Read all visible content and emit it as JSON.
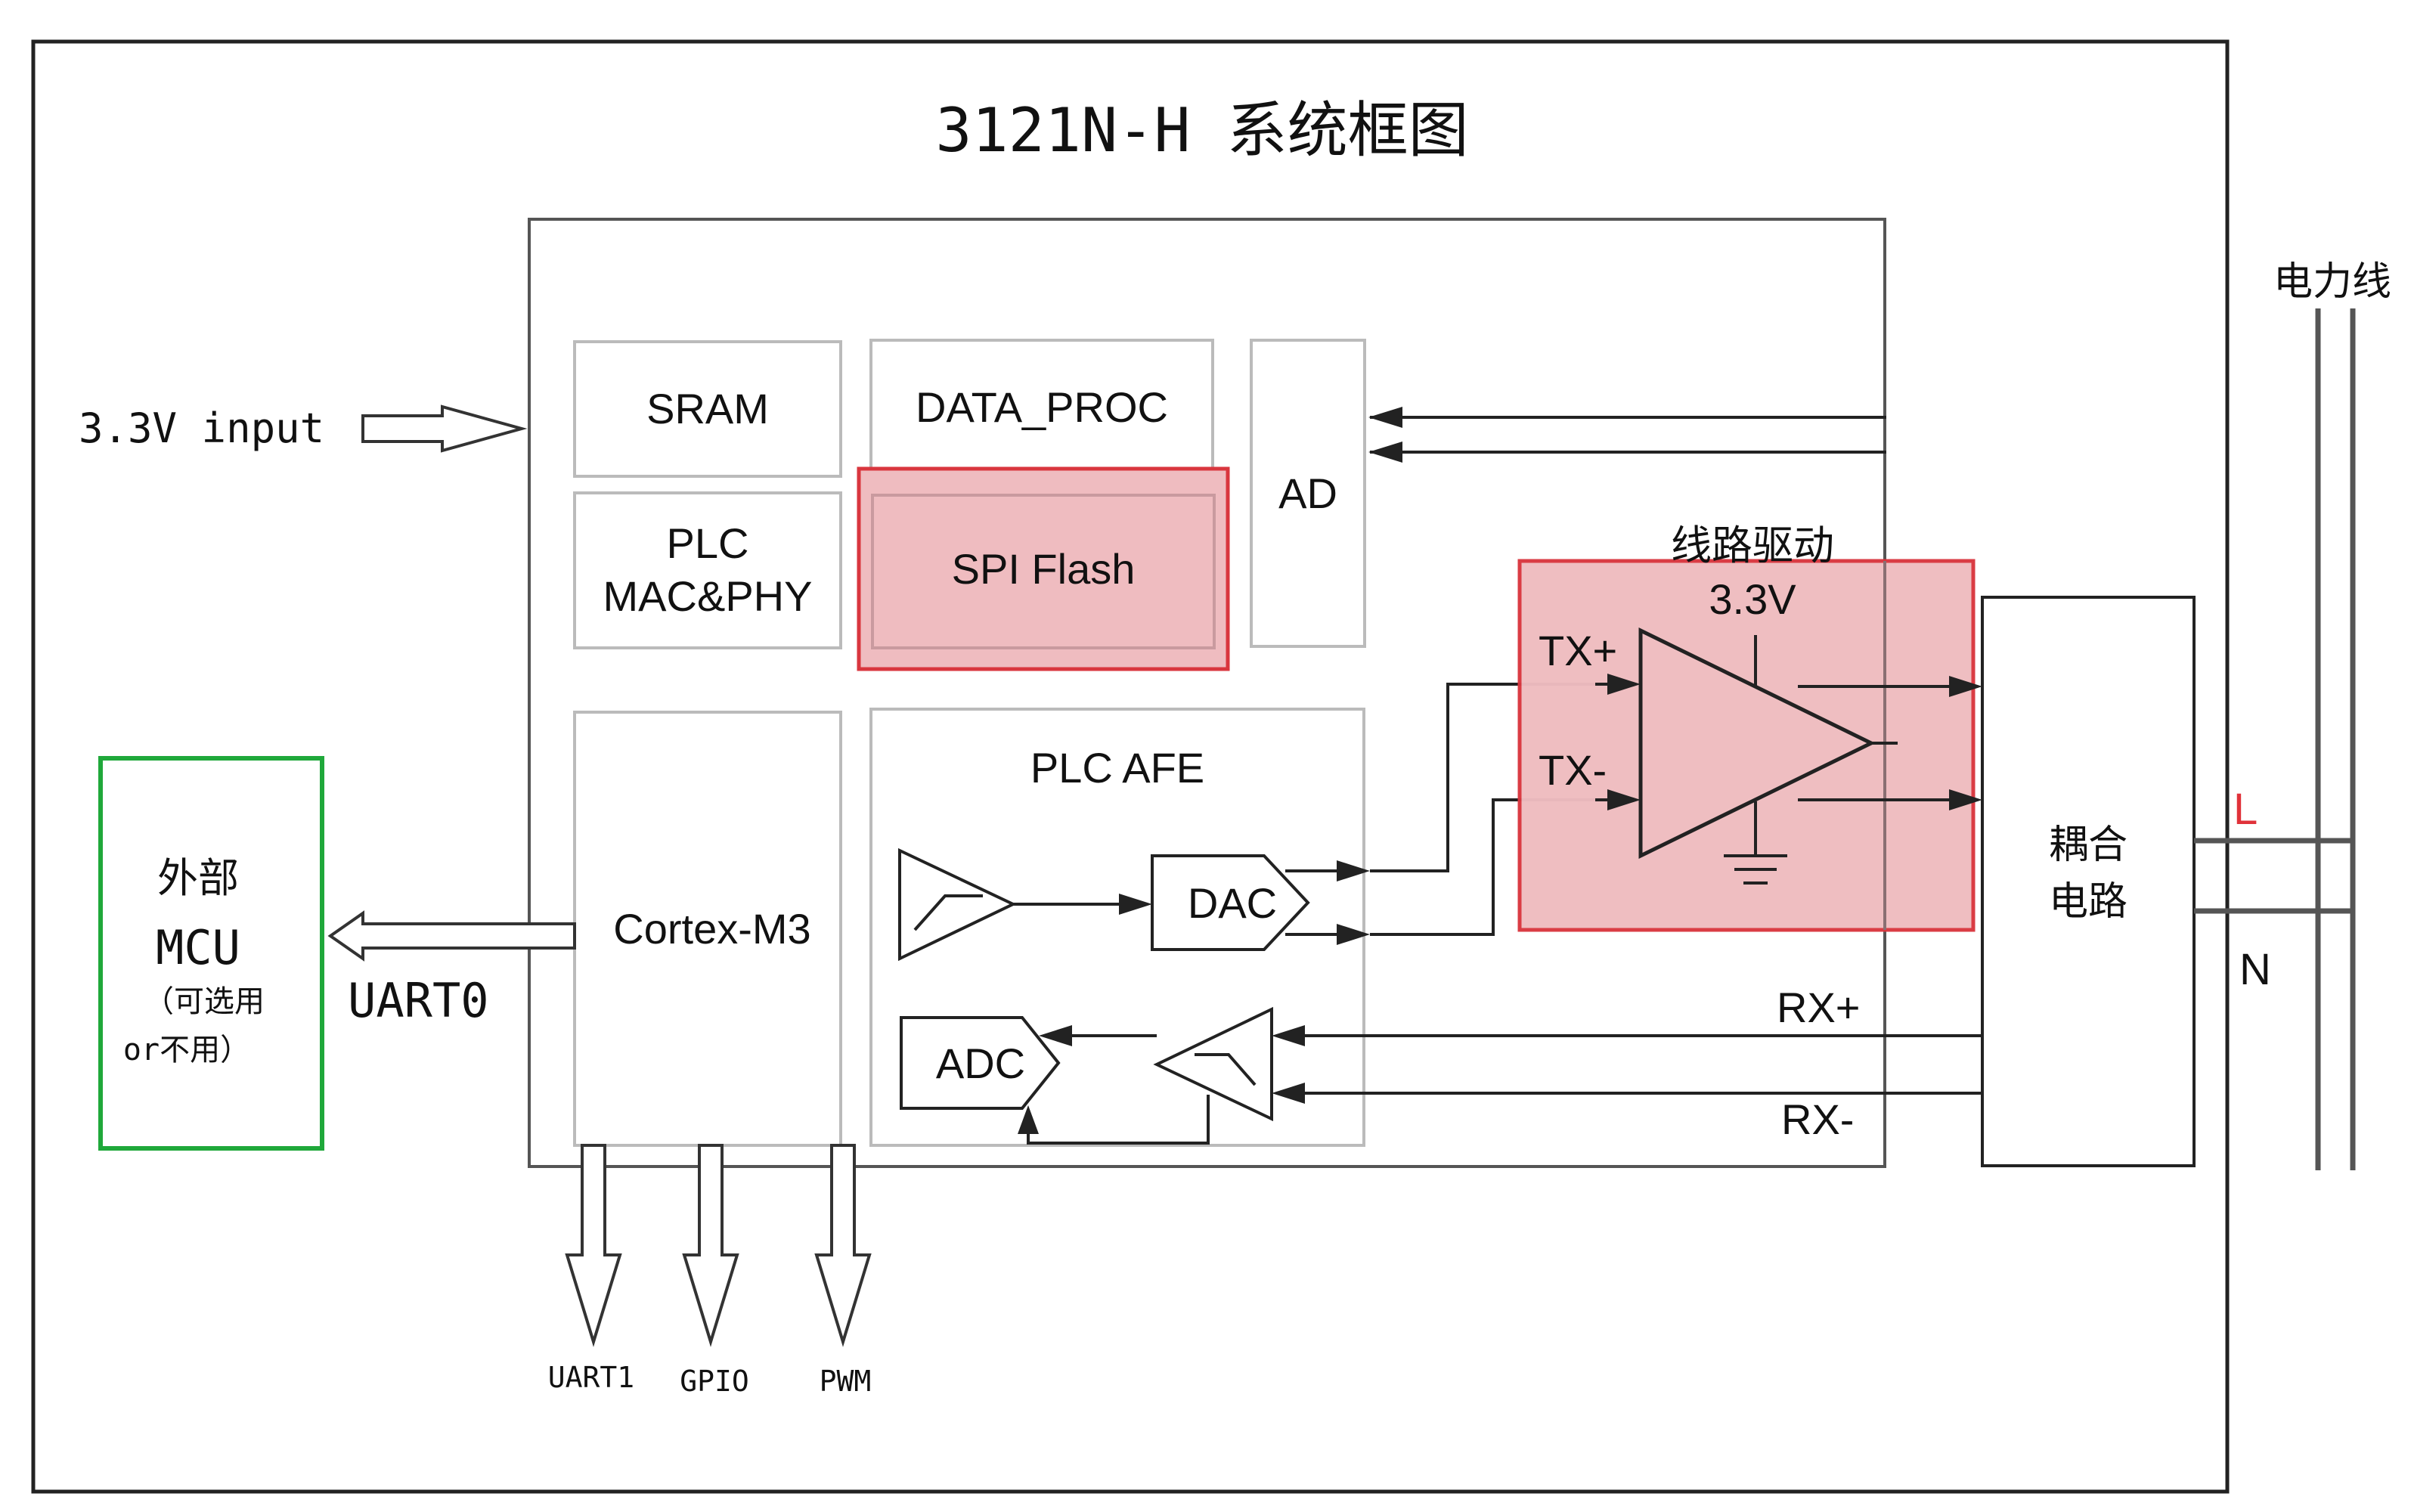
{
  "title": "3121N-H 系统框图",
  "power_input": "3.3V input",
  "power_line_label": "电力线",
  "line_labels": {
    "live": "L",
    "neutral": "N"
  },
  "blocks": {
    "sram": "SRAM",
    "data_proc": "DATA_PROC",
    "plc_mac_phy": [
      "PLC",
      "MAC&PHY"
    ],
    "spi_flash": "SPI Flash",
    "ad": "AD",
    "cortex": "Cortex-M3",
    "plc_afe": "PLC AFE",
    "dac": "DAC",
    "adc": "ADC",
    "line_driver": "线路驱动",
    "line_driver_voltage": "3.3V",
    "coupling": [
      "耦合",
      "电路"
    ],
    "external_mcu": [
      "外部",
      "MCU",
      "（可选用",
      "or不用）"
    ]
  },
  "signals": {
    "tx_plus": "TX+",
    "tx_minus": "TX-",
    "rx_plus": "RX+",
    "rx_minus": "RX-",
    "uart0": "UART0",
    "uart1": "UART1",
    "gpio": "GPIO",
    "pwm": "PWM"
  },
  "colors": {
    "highlight_fill": "#efbcc0",
    "highlight_stroke": "#d9363e",
    "mcu_border": "#1fa83a",
    "line_l_label": "#e0323a"
  }
}
